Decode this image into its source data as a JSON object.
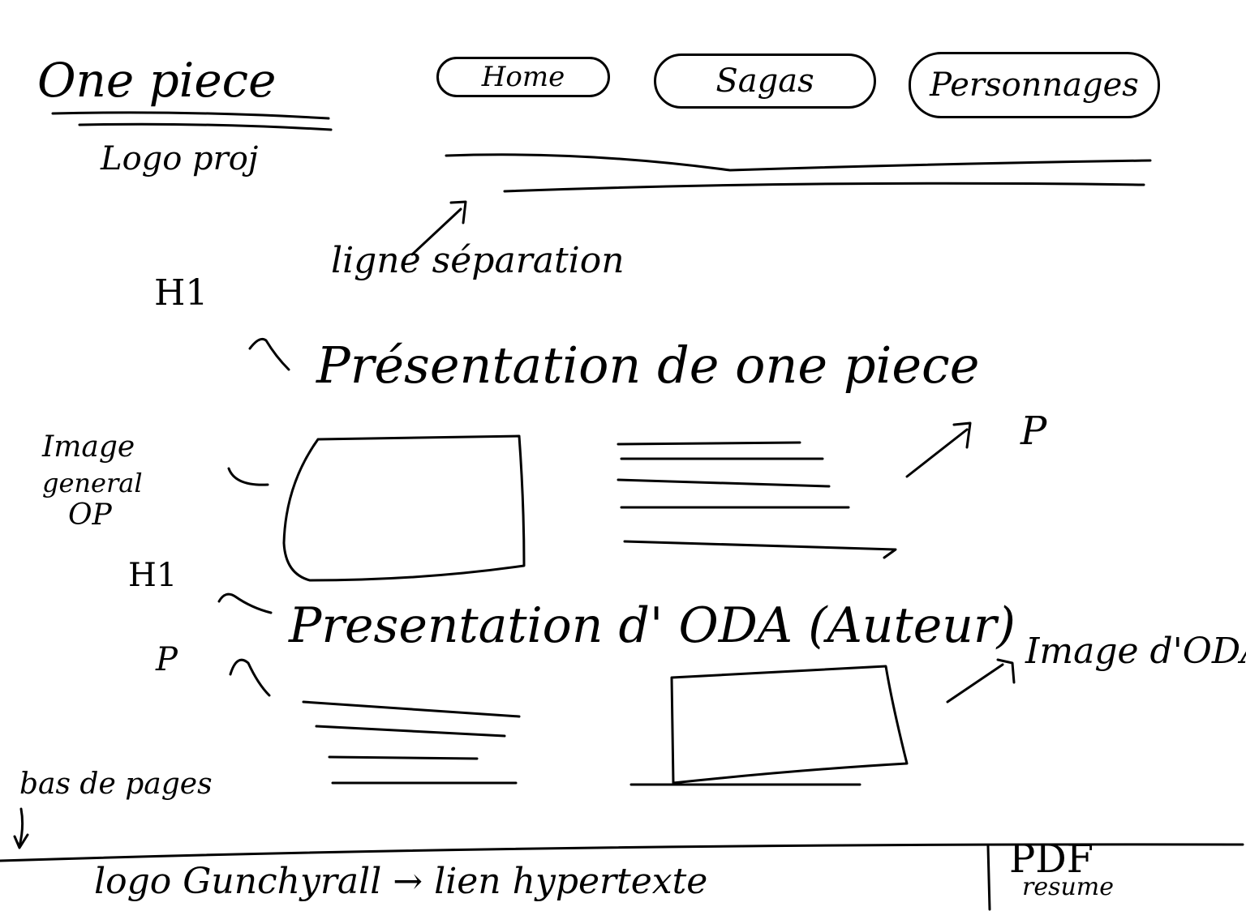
{
  "header": {
    "site_title": "One piece",
    "logo_label": "Logo proj",
    "nav": [
      {
        "label": "Home"
      },
      {
        "label": "Sagas"
      },
      {
        "label": "Personnages"
      }
    ]
  },
  "annotations": {
    "separator_line": "ligne séparation",
    "h1_tag_a": "H1",
    "h1_tag_b": "H1",
    "p_tag_a": "P",
    "p_tag_b": "P",
    "image_onepiece": [
      "Image",
      "general",
      "OP"
    ],
    "image_oda": "Image d'ODA",
    "page_bottom": "bas de pages"
  },
  "sections": {
    "heading_one": "Présentation de one piece",
    "heading_two": "Presentation d' ODA (Auteur)"
  },
  "footer": {
    "logo_link": "logo Gunchyrall → lien hypertexte",
    "pdf_label": "PDF",
    "pdf_sub": "resume"
  }
}
